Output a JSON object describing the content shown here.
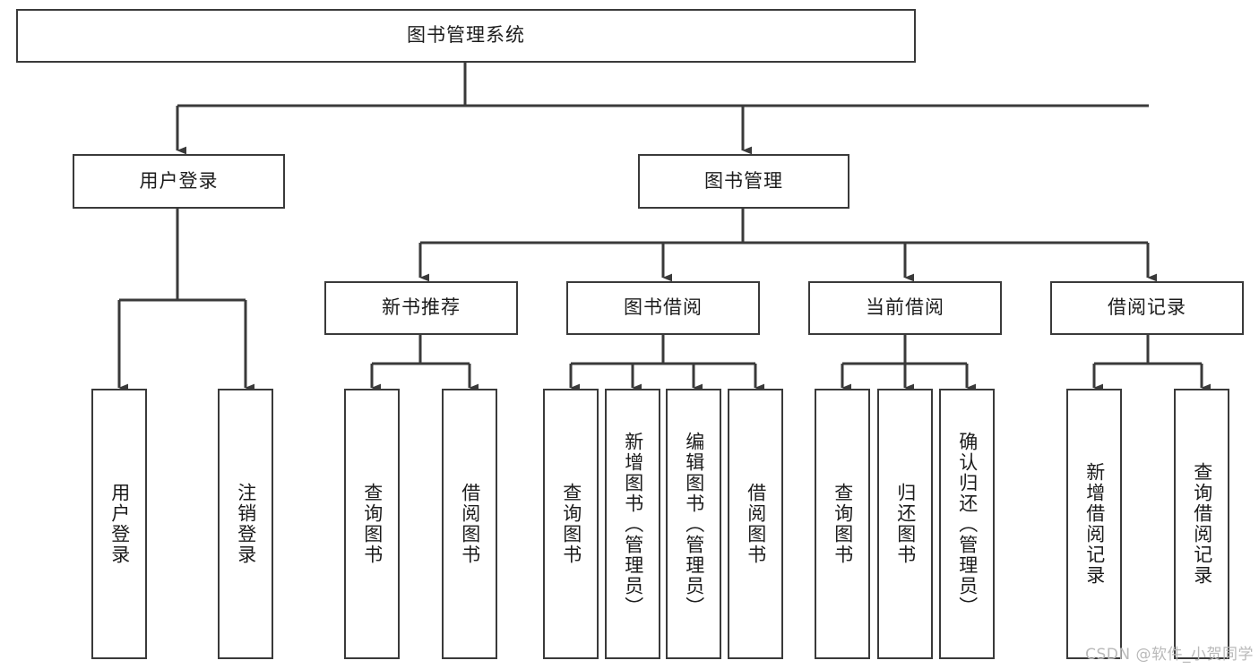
{
  "diagram": {
    "title": "图书管理系统",
    "type": "tree-hierarchy-chart",
    "root": {
      "id": "root",
      "label": "图书管理系统",
      "orientation": "horizontal"
    },
    "level2": [
      {
        "id": "user-login",
        "label": "用户登录",
        "orientation": "horizontal"
      },
      {
        "id": "book-management",
        "label": "图书管理",
        "orientation": "horizontal"
      }
    ],
    "level3": [
      {
        "id": "new-book-recommend",
        "label": "新书推荐",
        "orientation": "horizontal",
        "parent": "book-management"
      },
      {
        "id": "book-borrow",
        "label": "图书借阅",
        "orientation": "horizontal",
        "parent": "book-management"
      },
      {
        "id": "current-borrow",
        "label": "当前借阅",
        "orientation": "horizontal",
        "parent": "book-management"
      },
      {
        "id": "borrow-record",
        "label": "借阅记录",
        "orientation": "horizontal",
        "parent": "book-management"
      }
    ],
    "leaves": [
      {
        "id": "leaf-user-login",
        "label": "用户登录",
        "orientation": "vertical",
        "parent": "user-login"
      },
      {
        "id": "leaf-logout-login",
        "label": "注销登录",
        "orientation": "vertical",
        "parent": "user-login"
      },
      {
        "id": "leaf-query-book-1",
        "label": "查询图书",
        "orientation": "vertical",
        "parent": "new-book-recommend"
      },
      {
        "id": "leaf-borrow-book-1",
        "label": "借阅图书",
        "orientation": "vertical",
        "parent": "new-book-recommend"
      },
      {
        "id": "leaf-query-book-2",
        "label": "查询图书",
        "orientation": "vertical",
        "parent": "book-borrow"
      },
      {
        "id": "leaf-add-book",
        "label": "新增图书（管理员）",
        "orientation": "vertical",
        "parent": "book-borrow"
      },
      {
        "id": "leaf-edit-book",
        "label": "编辑图书（管理员）",
        "orientation": "vertical",
        "parent": "book-borrow"
      },
      {
        "id": "leaf-borrow-book-2",
        "label": "借阅图书",
        "orientation": "vertical",
        "parent": "book-borrow"
      },
      {
        "id": "leaf-query-book-3",
        "label": "查询图书",
        "orientation": "vertical",
        "parent": "current-borrow"
      },
      {
        "id": "leaf-return-book",
        "label": "归还图书",
        "orientation": "vertical",
        "parent": "current-borrow"
      },
      {
        "id": "leaf-confirm-return",
        "label": "确认归还（管理员）",
        "orientation": "vertical",
        "parent": "current-borrow"
      },
      {
        "id": "leaf-add-record",
        "label": "新增借阅记录",
        "orientation": "vertical",
        "parent": "borrow-record"
      },
      {
        "id": "leaf-query-record",
        "label": "查询借阅记录",
        "orientation": "vertical",
        "parent": "borrow-record"
      }
    ],
    "colors": {
      "box_border": "#3a3a3a",
      "box_fill": "#ffffff",
      "edge": "#3a3a3a",
      "text": "#1c1c1c",
      "watermark": "#b9b9b9"
    }
  },
  "watermark": {
    "text": "CSDN @软件_小贺同学"
  }
}
